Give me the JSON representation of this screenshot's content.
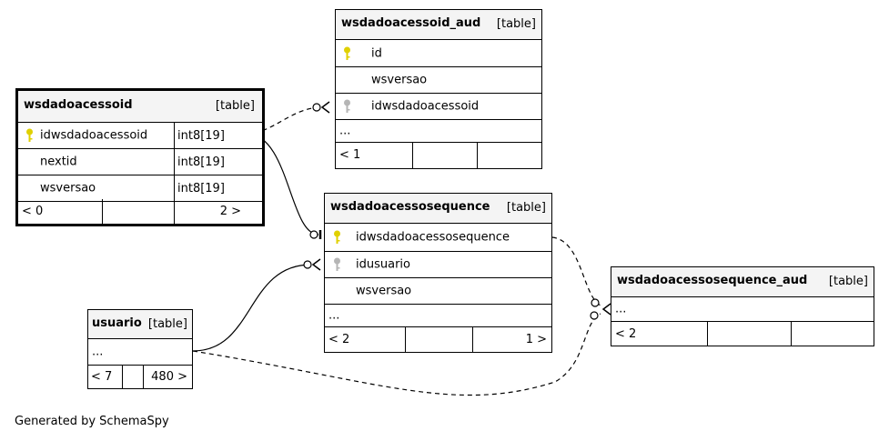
{
  "diagram": {
    "generated_by": "Generated by SchemaSpy",
    "colors": {
      "primary_key": "#e0d000",
      "foreign_key": "#b5b5b5",
      "header_bg": "#f4f4f4"
    },
    "tables": {
      "wsdadoacessoid": {
        "name": "wsdadoacessoid",
        "type": "[table]",
        "columns": [
          {
            "name": "idwsdadoacessoid",
            "type": "int8[19]",
            "key": "primary"
          },
          {
            "name": "nextid",
            "type": "int8[19]",
            "key": ""
          },
          {
            "name": "wsversao",
            "type": "int8[19]",
            "key": ""
          }
        ],
        "footer": {
          "left": "< 0",
          "right": "2 >"
        }
      },
      "wsdadoacessoid_aud": {
        "name": "wsdadoacessoid_aud",
        "type": "[table]",
        "columns": [
          {
            "name": "id",
            "key": "primary"
          },
          {
            "name": "wsversao",
            "key": ""
          },
          {
            "name": "idwsdadoacessoid",
            "key": "foreign"
          },
          {
            "name": "...",
            "key": ""
          }
        ],
        "footer": {
          "left": "< 1",
          "right": ""
        }
      },
      "wsdadoacessosequence": {
        "name": "wsdadoacessosequence",
        "type": "[table]",
        "columns": [
          {
            "name": "idwsdadoacessosequence",
            "key": "primary"
          },
          {
            "name": "idusuario",
            "key": "foreign"
          },
          {
            "name": "wsversao",
            "key": ""
          },
          {
            "name": "...",
            "key": ""
          }
        ],
        "footer": {
          "left": "< 2",
          "right": "1 >"
        }
      },
      "wsdadoacessosequence_aud": {
        "name": "wsdadoacessosequence_aud",
        "type": "[table]",
        "columns": [
          {
            "name": "...",
            "key": ""
          }
        ],
        "footer": {
          "left": "< 2",
          "right": ""
        }
      },
      "usuario": {
        "name": "usuario",
        "type": "[table]",
        "columns": [
          {
            "name": "...",
            "key": ""
          }
        ],
        "footer": {
          "left": "< 7",
          "right": "480 >"
        }
      }
    }
  }
}
